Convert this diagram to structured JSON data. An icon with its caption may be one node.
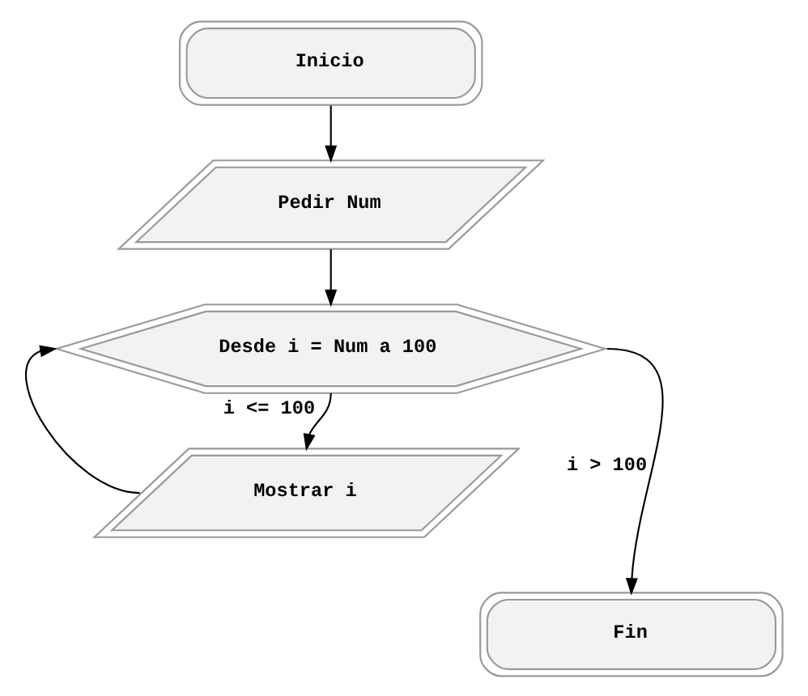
{
  "diagram": {
    "nodes": [
      {
        "text": [
          "Inicio"
        ]
      },
      {
        "text": [
          "Pedir Num"
        ]
      },
      {
        "text": [
          "Desde i = Num a 100"
        ]
      },
      {
        "text": [
          "Mostrar i"
        ]
      },
      {
        "text": [
          "Fin"
        ]
      }
    ],
    "edges": [
      {
        "from": 0,
        "to": 1,
        "arrow": "to"
      },
      {
        "from": 1,
        "to": 2,
        "arrow": "to"
      },
      {
        "from": 2,
        "to": 3,
        "arrow": "to",
        "label": "i <= 100"
      },
      {
        "from": 3,
        "to": 2,
        "arrow": "to"
      },
      {
        "from": 2,
        "to": 4,
        "arrow": "to",
        "label": "i > 100"
      }
    ]
  }
}
